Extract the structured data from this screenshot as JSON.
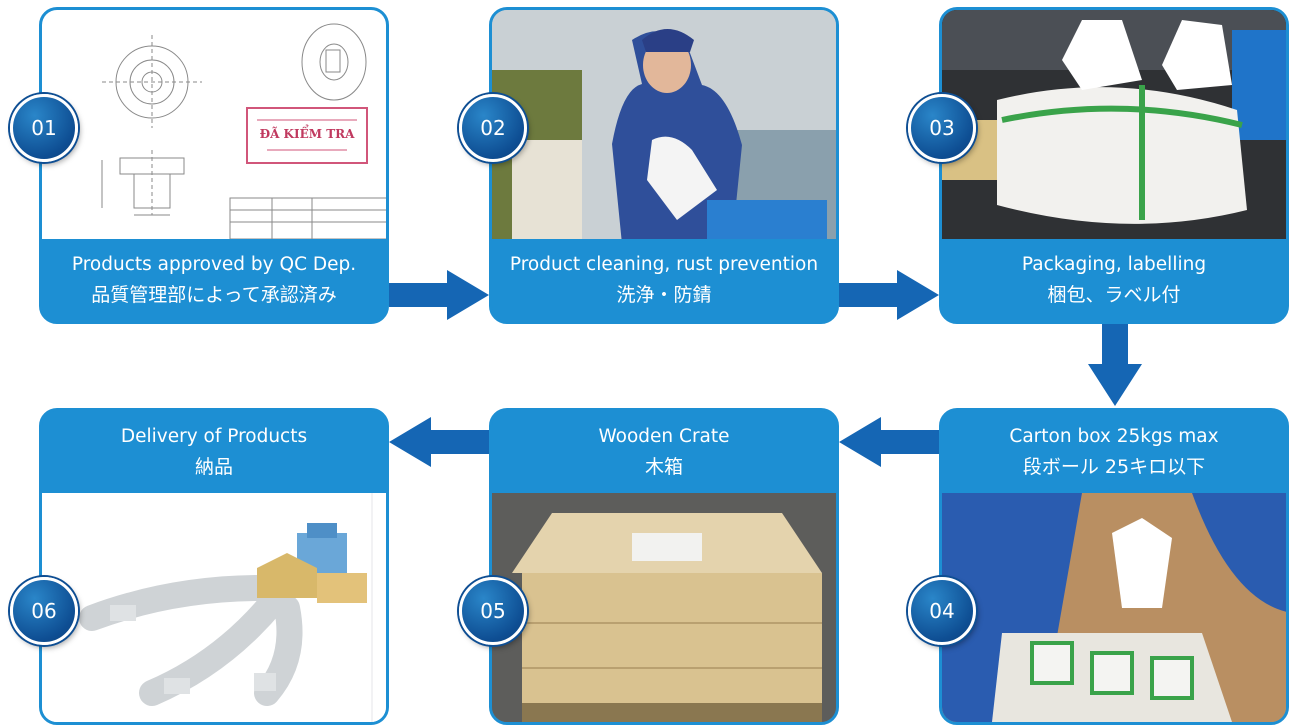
{
  "steps": [
    {
      "number": "01",
      "en": "Products approved by QC Dep.",
      "jp": "品質管理部によって承認済み"
    },
    {
      "number": "02",
      "en": "Product cleaning, rust prevention",
      "jp": "洗浄・防錆"
    },
    {
      "number": "03",
      "en": "Packaging, labelling",
      "jp": "梱包、ラベル付"
    },
    {
      "number": "04",
      "en": "Carton box 25kgs max",
      "jp": "段ボール 25キロ以下"
    },
    {
      "number": "05",
      "en": "Wooden Crate",
      "jp": "木箱"
    },
    {
      "number": "06",
      "en": "Delivery of Products",
      "jp": "納品"
    }
  ],
  "drawing_stamp": "ĐÃ KIỂM TRA",
  "colors": {
    "card_blue": "#1d8fd3",
    "arrow_blue": "#1566b4",
    "badge_blue": "#0e4e93"
  }
}
